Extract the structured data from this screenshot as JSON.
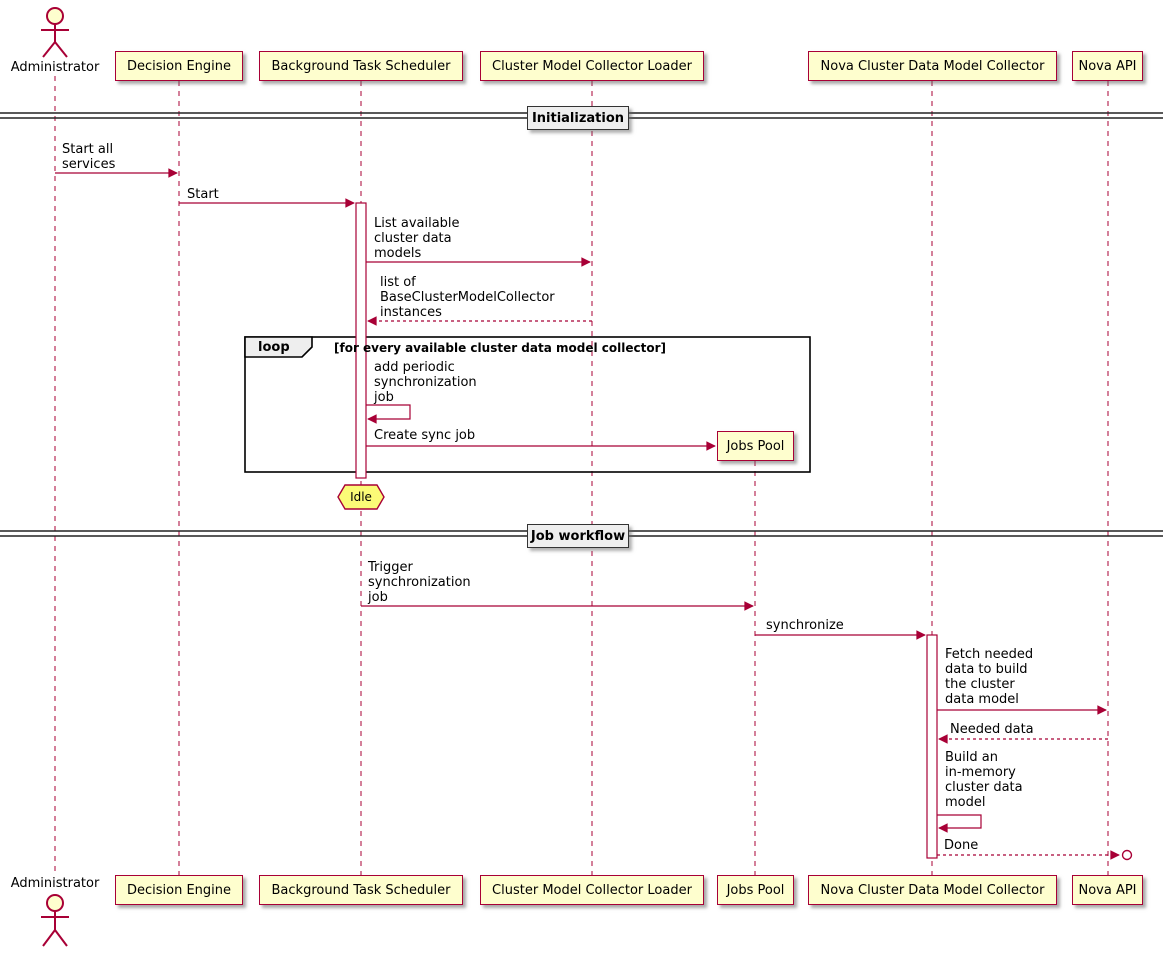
{
  "colors": {
    "accent": "#A80036",
    "participant_fill": "#FEFECE",
    "badge_fill": "#FBFB77",
    "divider_fill": "#EEEEEE",
    "frame_border": "#000000",
    "background": "#FFFFFF"
  },
  "participants": [
    {
      "name": "Administrator",
      "type": "actor"
    },
    {
      "name": "Decision Engine",
      "type": "participant"
    },
    {
      "name": "Background Task Scheduler",
      "type": "participant"
    },
    {
      "name": "Cluster Model Collector Loader",
      "type": "participant"
    },
    {
      "name": "Jobs Pool",
      "type": "participant-created"
    },
    {
      "name": "Nova Cluster Data Model Collector",
      "type": "participant"
    },
    {
      "name": "Nova API",
      "type": "participant"
    }
  ],
  "dividers": [
    {
      "label": "Initialization"
    },
    {
      "label": "Job workflow"
    }
  ],
  "loop_frame": {
    "keyword": "loop",
    "condition": "[for every available cluster data model collector]"
  },
  "state_badge": {
    "label": "Idle"
  },
  "messages": [
    {
      "from": "Administrator",
      "to": "Decision Engine",
      "label": "Start all\nservices",
      "line": "solid"
    },
    {
      "from": "Decision Engine",
      "to": "Background Task Scheduler",
      "label": "Start",
      "line": "solid"
    },
    {
      "from": "Background Task Scheduler",
      "to": "Cluster Model Collector Loader",
      "label": "List available\ncluster data\nmodels",
      "line": "solid"
    },
    {
      "from": "Cluster Model Collector Loader",
      "to": "Background Task Scheduler",
      "label": "list of\nBaseClusterModelCollector\ninstances",
      "line": "dashed"
    },
    {
      "from": "Background Task Scheduler",
      "to": "Background Task Scheduler",
      "label": "add periodic\nsynchronization\njob",
      "line": "solid"
    },
    {
      "from": "Background Task Scheduler",
      "to": "Jobs Pool",
      "label": "Create sync job",
      "line": "solid"
    },
    {
      "from": "Background Task Scheduler",
      "to": "Jobs Pool",
      "label": "Trigger\nsynchronization\njob",
      "line": "solid"
    },
    {
      "from": "Jobs Pool",
      "to": "Nova Cluster Data Model Collector",
      "label": "synchronize",
      "line": "solid"
    },
    {
      "from": "Nova Cluster Data Model Collector",
      "to": "Nova API",
      "label": "Fetch needed\ndata to build\nthe cluster\ndata model",
      "line": "solid"
    },
    {
      "from": "Nova API",
      "to": "Nova Cluster Data Model Collector",
      "label": "Needed data",
      "line": "dashed"
    },
    {
      "from": "Nova Cluster Data Model Collector",
      "to": "Nova Cluster Data Model Collector",
      "label": "Build an\nin-memory\ncluster data\nmodel",
      "line": "solid"
    },
    {
      "from": "Nova Cluster Data Model Collector",
      "to": "lost",
      "label": "Done",
      "line": "dashed"
    }
  ]
}
